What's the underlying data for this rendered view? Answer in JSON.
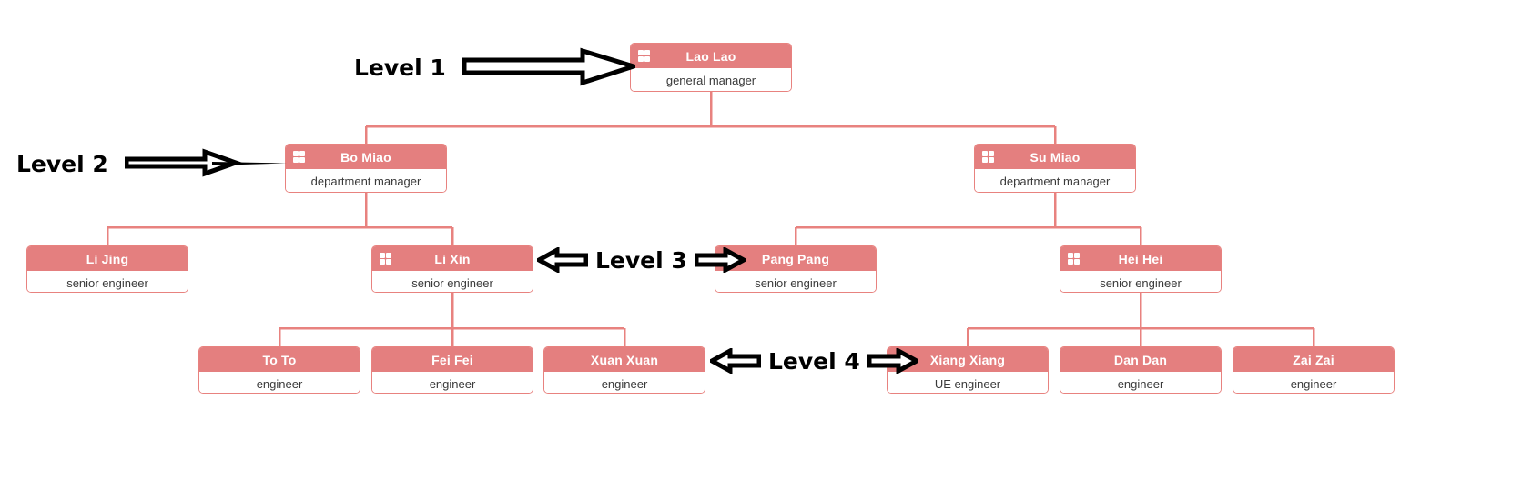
{
  "diagram": {
    "type": "org-chart",
    "colors": {
      "node_header": "#e47f7f",
      "node_border": "#e8827f",
      "connector": "#e8827f",
      "node_body": "#ffffff",
      "name_text": "#ffffff",
      "title_text": "#3a3a3a",
      "annotation_text": "#000000"
    },
    "icon_name": "grid-2x2-icon"
  },
  "nodes": {
    "lao_lao": {
      "name": "Lao Lao",
      "title": "general manager",
      "has_icon": true
    },
    "bo_miao": {
      "name": "Bo Miao",
      "title": "department manager",
      "has_icon": true
    },
    "su_miao": {
      "name": "Su Miao",
      "title": "department manager",
      "has_icon": true
    },
    "li_jing": {
      "name": "Li Jing",
      "title": "senior engineer",
      "has_icon": false
    },
    "li_xin": {
      "name": "Li Xin",
      "title": "senior engineer",
      "has_icon": true
    },
    "pang_pang": {
      "name": "Pang Pang",
      "title": "senior engineer",
      "has_icon": false
    },
    "hei_hei": {
      "name": "Hei Hei",
      "title": "senior engineer",
      "has_icon": true
    },
    "to_to": {
      "name": "To To",
      "title": "engineer",
      "has_icon": false
    },
    "fei_fei": {
      "name": "Fei Fei",
      "title": "engineer",
      "has_icon": false
    },
    "xuan_xuan": {
      "name": "Xuan Xuan",
      "title": "engineer",
      "has_icon": false
    },
    "xiang_xiang": {
      "name": "Xiang Xiang",
      "title": "UE engineer",
      "has_icon": false
    },
    "dan_dan": {
      "name": "Dan Dan",
      "title": "engineer",
      "has_icon": false
    },
    "zai_zai": {
      "name": "Zai Zai",
      "title": "engineer",
      "has_icon": false
    }
  },
  "annotations": {
    "level1": {
      "label": "Level 1",
      "arrows": "right"
    },
    "level2": {
      "label": "Level 2",
      "arrows": "right"
    },
    "level3": {
      "label": "Level 3",
      "arrows": "both"
    },
    "level4": {
      "label": "Level 4",
      "arrows": "both"
    }
  }
}
